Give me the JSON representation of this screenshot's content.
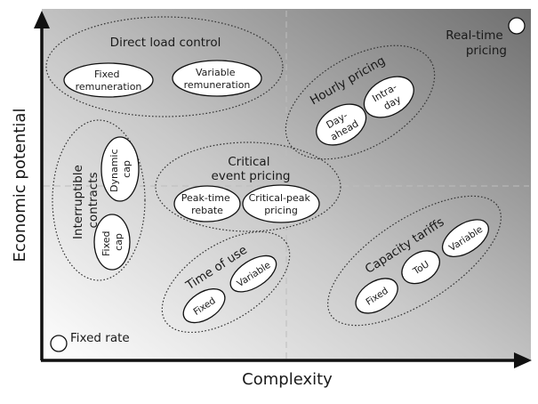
{
  "axes": {
    "x_label": "Complexity",
    "y_label": "Economic potential"
  },
  "corners": {
    "fixed_rate": "Fixed rate",
    "real_time": [
      "Real-time",
      "pricing"
    ]
  },
  "groups": {
    "direct_load_control": {
      "title": "Direct load control",
      "items": [
        [
          "Fixed",
          "remuneration"
        ],
        [
          "Variable",
          "remuneration"
        ]
      ]
    },
    "hourly_pricing": {
      "title": "Hourly pricing",
      "items": [
        [
          "Day-",
          "ahead"
        ],
        [
          "Intra-",
          "day"
        ]
      ]
    },
    "interruptible_contracts": {
      "title": [
        "Interruptible",
        "contracts"
      ],
      "items": [
        [
          "Dynamic",
          "cap"
        ],
        [
          "Fixed",
          "cap"
        ]
      ]
    },
    "critical_event_pricing": {
      "title": [
        "Critical",
        "event pricing"
      ],
      "items": [
        [
          "Peak-time",
          "rebate"
        ],
        [
          "Critical-peak",
          "pricing"
        ]
      ]
    },
    "time_of_use": {
      "title": "Time of use",
      "items": [
        "Fixed",
        "Variable"
      ]
    },
    "capacity_tariffs": {
      "title": "Capacity tariffs",
      "items": [
        "Fixed",
        "ToU",
        "Variable"
      ]
    }
  }
}
